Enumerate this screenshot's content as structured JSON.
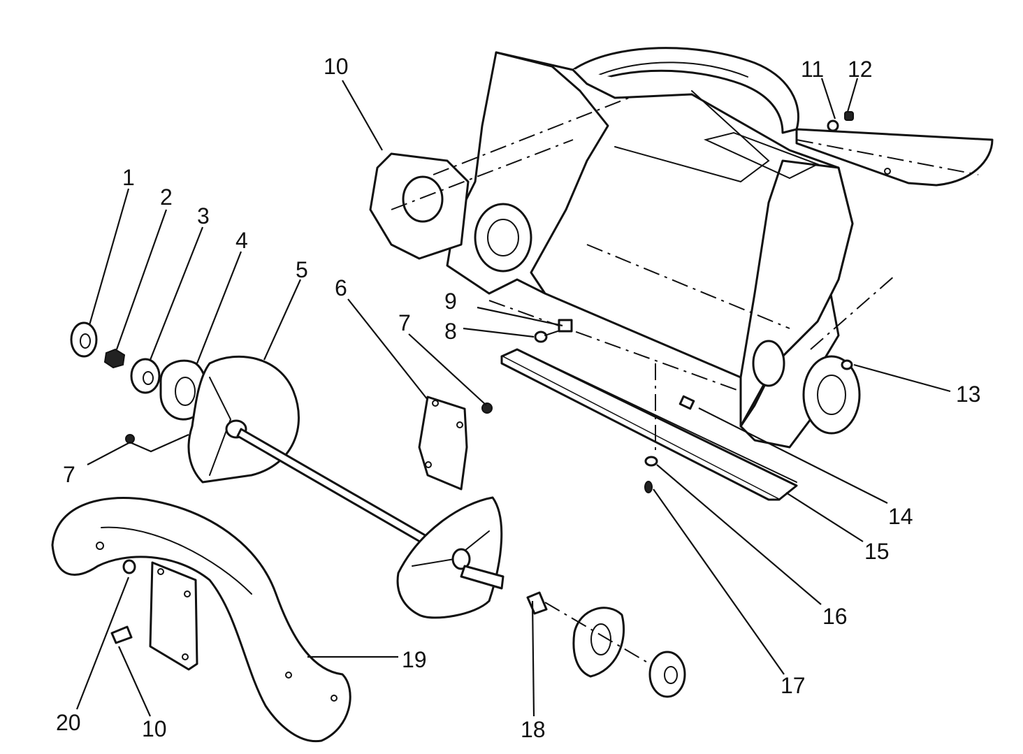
{
  "callouts": [
    {
      "id": "c1",
      "label": "1"
    },
    {
      "id": "c2",
      "label": "2"
    },
    {
      "id": "c3",
      "label": "3"
    },
    {
      "id": "c4",
      "label": "4"
    },
    {
      "id": "c5",
      "label": "5"
    },
    {
      "id": "c6",
      "label": "6"
    },
    {
      "id": "c7a",
      "label": "7"
    },
    {
      "id": "c7b",
      "label": "7"
    },
    {
      "id": "c8",
      "label": "8"
    },
    {
      "id": "c9",
      "label": "9"
    },
    {
      "id": "c10a",
      "label": "10"
    },
    {
      "id": "c10b",
      "label": "10"
    },
    {
      "id": "c11",
      "label": "11"
    },
    {
      "id": "c12",
      "label": "12"
    },
    {
      "id": "c13",
      "label": "13"
    },
    {
      "id": "c14",
      "label": "14"
    },
    {
      "id": "c15",
      "label": "15"
    },
    {
      "id": "c16",
      "label": "16"
    },
    {
      "id": "c17",
      "label": "17"
    },
    {
      "id": "c18",
      "label": "18"
    },
    {
      "id": "c19",
      "label": "19"
    },
    {
      "id": "c20",
      "label": "20"
    }
  ]
}
